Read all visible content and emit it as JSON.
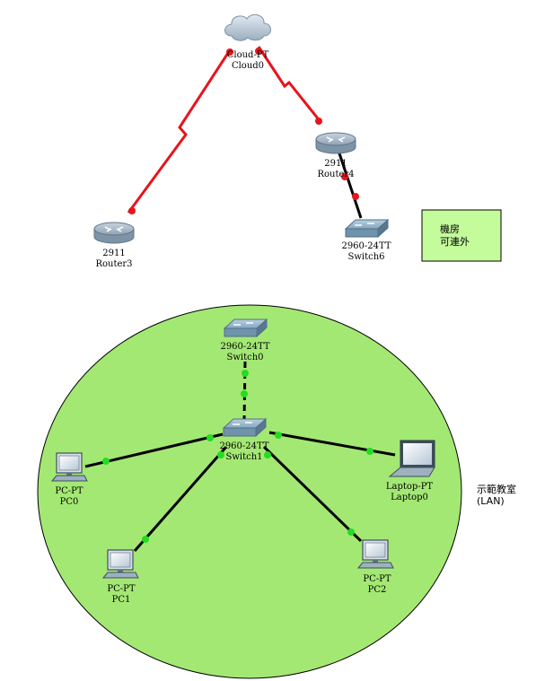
{
  "colors": {
    "wan_link": "#e8141c",
    "lan_link": "#000000",
    "port_down": "#e8141c",
    "port_up": "#22dd22",
    "zone_fill": "#a4e874",
    "note_fill": "#c4fc9c",
    "router_body": "#8fa3b3",
    "switch_body": "#6f93ab"
  },
  "devices": {
    "cloud0": {
      "model": "Cloud-PT",
      "name": "Cloud0",
      "icon": "cloud-icon"
    },
    "router4": {
      "model": "2911",
      "name": "Router4",
      "icon": "router-icon"
    },
    "router3": {
      "model": "2911",
      "name": "Router3",
      "icon": "router-icon"
    },
    "switch6": {
      "model": "2960-24TT",
      "name": "Switch6",
      "icon": "switch-icon"
    },
    "switch0": {
      "model": "2960-24TT",
      "name": "Switch0",
      "icon": "switch-icon"
    },
    "switch1": {
      "model": "2960-24TT",
      "name": "Switch1",
      "icon": "switch-icon"
    },
    "pc0": {
      "model": "PC-PT",
      "name": "PC0",
      "icon": "pc-icon"
    },
    "pc1": {
      "model": "PC-PT",
      "name": "PC1",
      "icon": "pc-icon"
    },
    "pc2": {
      "model": "PC-PT",
      "name": "PC2",
      "icon": "pc-icon"
    },
    "laptop0": {
      "model": "Laptop-PT",
      "name": "Laptop0",
      "icon": "laptop-icon"
    }
  },
  "links": [
    {
      "from": "Cloud0",
      "to": "Router3",
      "type": "serial",
      "status": "down"
    },
    {
      "from": "Cloud0",
      "to": "Router4",
      "type": "serial",
      "status": "down"
    },
    {
      "from": "Router4",
      "to": "Switch6",
      "type": "copper",
      "status": "down"
    },
    {
      "from": "Switch0",
      "to": "Switch1",
      "type": "copper",
      "status": "up"
    },
    {
      "from": "Switch1",
      "to": "PC0",
      "type": "copper",
      "status": "up"
    },
    {
      "from": "Switch1",
      "to": "PC1",
      "type": "copper",
      "status": "up"
    },
    {
      "from": "Switch1",
      "to": "PC2",
      "type": "copper",
      "status": "up"
    },
    {
      "from": "Switch1",
      "to": "Laptop0",
      "type": "copper",
      "status": "up"
    }
  ],
  "notes": {
    "server_room": {
      "line1": "機房",
      "line2": "可連外"
    },
    "classroom": {
      "line1": "示範教室",
      "line2": "(LAN)"
    }
  }
}
